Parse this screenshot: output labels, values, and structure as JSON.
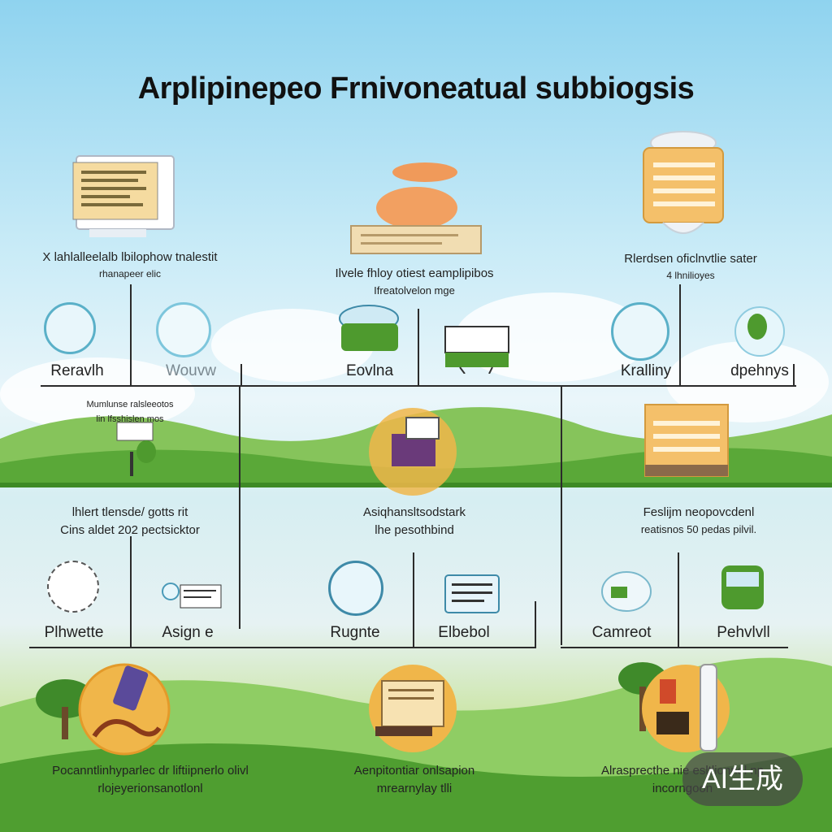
{
  "title": "Arplipinepeo Frnivoneatual subbiogsis",
  "top_row": [
    {
      "heading": "X lahlalleelalb lbilophow tnalestit",
      "sub": "rhanapeer elic"
    },
    {
      "heading": "Ilvele fhloy otiest eamplipibos",
      "sub": "Ifreatolvelon mge"
    },
    {
      "heading": "Rlerdsen oficlnvtlie sater",
      "sub": "4 lhnilioyes"
    }
  ],
  "row1_labels": [
    "Reravlh",
    "Wouvw",
    "Eovlna",
    "Kralliny",
    "dpehnys"
  ],
  "middle_row": [
    {
      "heading": "Mumlunse ralsleeotos",
      "sub": "lin lfsshislen mos"
    },
    {
      "heading": "lhlert tlensde/ gotts rit",
      "sub": "Cins aldet 202 pectsicktor"
    },
    {
      "heading": "Asiqhansltsodstark",
      "sub": "lhe pesothbind"
    },
    {
      "heading": "Feslijm neopovcdenl",
      "sub": "reatisnos 50 pedas pilvil."
    }
  ],
  "row2_labels": [
    "Plhwette",
    "Asign e",
    "Rugnte",
    "Elbebol",
    "Camreot",
    "Pehvlvll"
  ],
  "bottom_row": [
    {
      "line1": "Pocanntlinhyparlec dr liftiipnerlo olivl",
      "line2": "rlojeyerionsanotlonl"
    },
    {
      "line1": "Aenpitontiar onlsapion",
      "line2": "mrearnylay tlli"
    },
    {
      "line1": "Alrasprecthe nie esltlionnel np",
      "line2": "incorngoon"
    }
  ],
  "watermark": "AI生成",
  "icons": {
    "top": [
      "document-panel-icon",
      "info-board-icon",
      "archive-box-icon"
    ],
    "row1": [
      "lightbulb-icon",
      "droplet-icon",
      "folder-green-icon",
      "presentation-icon",
      "globe-icon",
      "leaf-icon"
    ],
    "row2": [
      "clock-icon",
      "checklist-icon",
      "water-cycle-icon",
      "notepad-icon",
      "monitor-icon",
      "plant-book-icon"
    ],
    "middle": [
      "tree-sign-icon",
      "machine-circle-icon",
      "building-icon"
    ],
    "bottom": [
      "magnifier-circle-icon",
      "blueprint-circle-icon",
      "factory-circle-icon"
    ]
  },
  "colors": {
    "accent_gold": "#f0b64a",
    "accent_green": "#4e9a2e",
    "sky": "#8fd3ef"
  }
}
